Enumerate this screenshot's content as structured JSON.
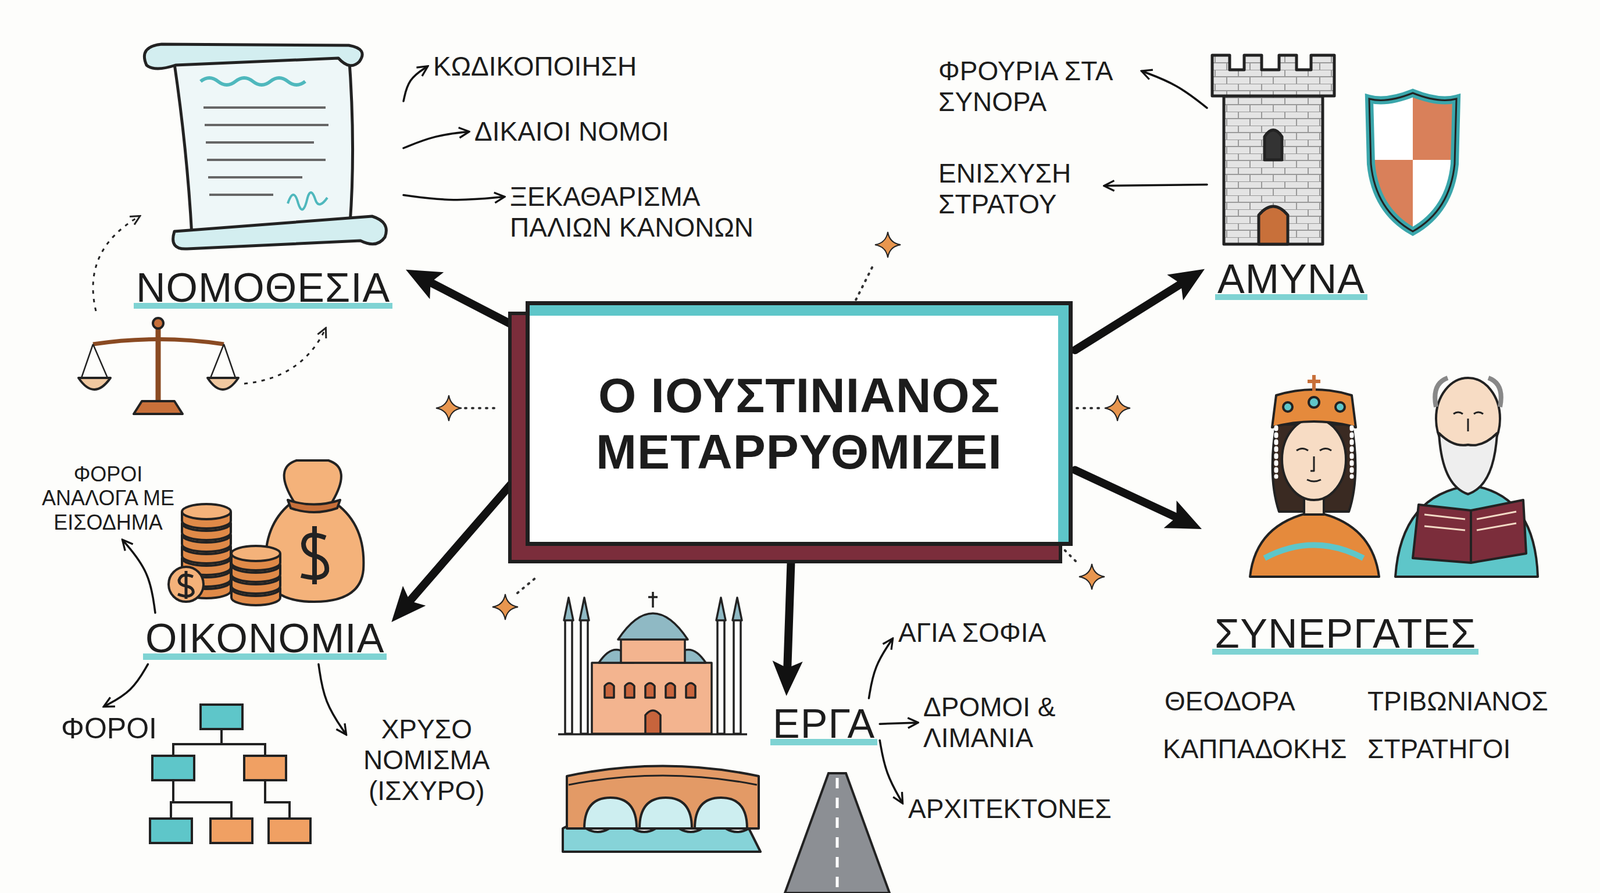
{
  "diagram": {
    "nodes": [
      {
        "text": [
          "Ο ΙΟΥΣΤΙΝΙΑΝΟΣ ΜΕΤΑΡΡΥΘΜΙΖΕΙ"
        ]
      },
      {
        "text": [
          "ΝΟΜΟΘΕΣΙΑ"
        ]
      },
      {
        "text": [
          "ΚΩΔΙΚΟΠΟΙΗΣΗ"
        ]
      },
      {
        "text": [
          "ΔΙΚΑΙΟΙ ΝΟΜΟΙ"
        ]
      },
      {
        "text": [
          "ΞΕΚΑΘΑΡΙΣΜΑ ΠΑΛΙΩΝ ΚΑΝΟΝΩΝ"
        ]
      },
      {
        "text": [
          "ΑΜΥΝΑ"
        ]
      },
      {
        "text": [
          "ΦΡΟΥΡΙΑ ΣΤΑ ΣΥΝΟΡΑ"
        ]
      },
      {
        "text": [
          "ΕΝΙΣΧΥΣΗ ΣΤΡΑΤΟΥ"
        ]
      },
      {
        "text": [
          "ΟΙΚΟΝΟΜΙΑ"
        ]
      },
      {
        "text": [
          "ΦΟΡΟΙ ΑΝΑΛΟΓΑ ΜΕ ΕΙΣΟΔΗΜΑ"
        ]
      },
      {
        "text": [
          "ΦΟΡΟΙ"
        ]
      },
      {
        "text": [
          "ΧΡΥΣΟ ΝΟΜΙΣΜΑ (ΙΣΧΥΡΟ)"
        ]
      },
      {
        "text": [
          "ΕΡΓΑ"
        ]
      },
      {
        "text": [
          "ΑΓΙΑ ΣΟΦΙΑ"
        ]
      },
      {
        "text": [
          "ΔΡΟΜΟΙ & ΛΙΜΑΝΙΑ"
        ]
      },
      {
        "text": [
          "ΑΡΧΙΤΕΚΤΟΝΕΣ"
        ]
      },
      {
        "text": [
          "ΣΥΝΕΡΓΑΤΕΣ"
        ]
      }
    ],
    "edges": [
      {
        "from": 0,
        "to": 1,
        "arrow": "to"
      },
      {
        "from": 0,
        "to": 5,
        "arrow": "to"
      },
      {
        "from": 0,
        "to": 8,
        "arrow": "to"
      },
      {
        "from": 0,
        "to": 12,
        "arrow": "to"
      },
      {
        "from": 0,
        "to": 16,
        "arrow": "to"
      },
      {
        "from": 1,
        "to": 2,
        "arrow": "to"
      },
      {
        "from": 1,
        "to": 3,
        "arrow": "to"
      },
      {
        "from": 1,
        "to": 4,
        "arrow": "to"
      },
      {
        "from": 5,
        "to": 6,
        "arrow": "to"
      },
      {
        "from": 5,
        "to": 7,
        "arrow": "to"
      },
      {
        "from": 8,
        "to": 9,
        "arrow": "to"
      },
      {
        "from": 8,
        "to": 10,
        "arrow": "to"
      },
      {
        "from": 8,
        "to": 11,
        "arrow": "to"
      },
      {
        "from": 12,
        "to": 13,
        "arrow": "to"
      },
      {
        "from": 12,
        "to": 14,
        "arrow": "to"
      },
      {
        "from": 12,
        "to": 15,
        "arrow": "to"
      }
    ],
    "labels": [
      "ΘΕΟΔΟΡΑ",
      "ΤΡΙΒΩΝΙΑΝΟΣ",
      "ΚΑΠΠΑΔΟΚΗΣ",
      "ΣΤΡΑΤΗΓΟΙ"
    ]
  }
}
